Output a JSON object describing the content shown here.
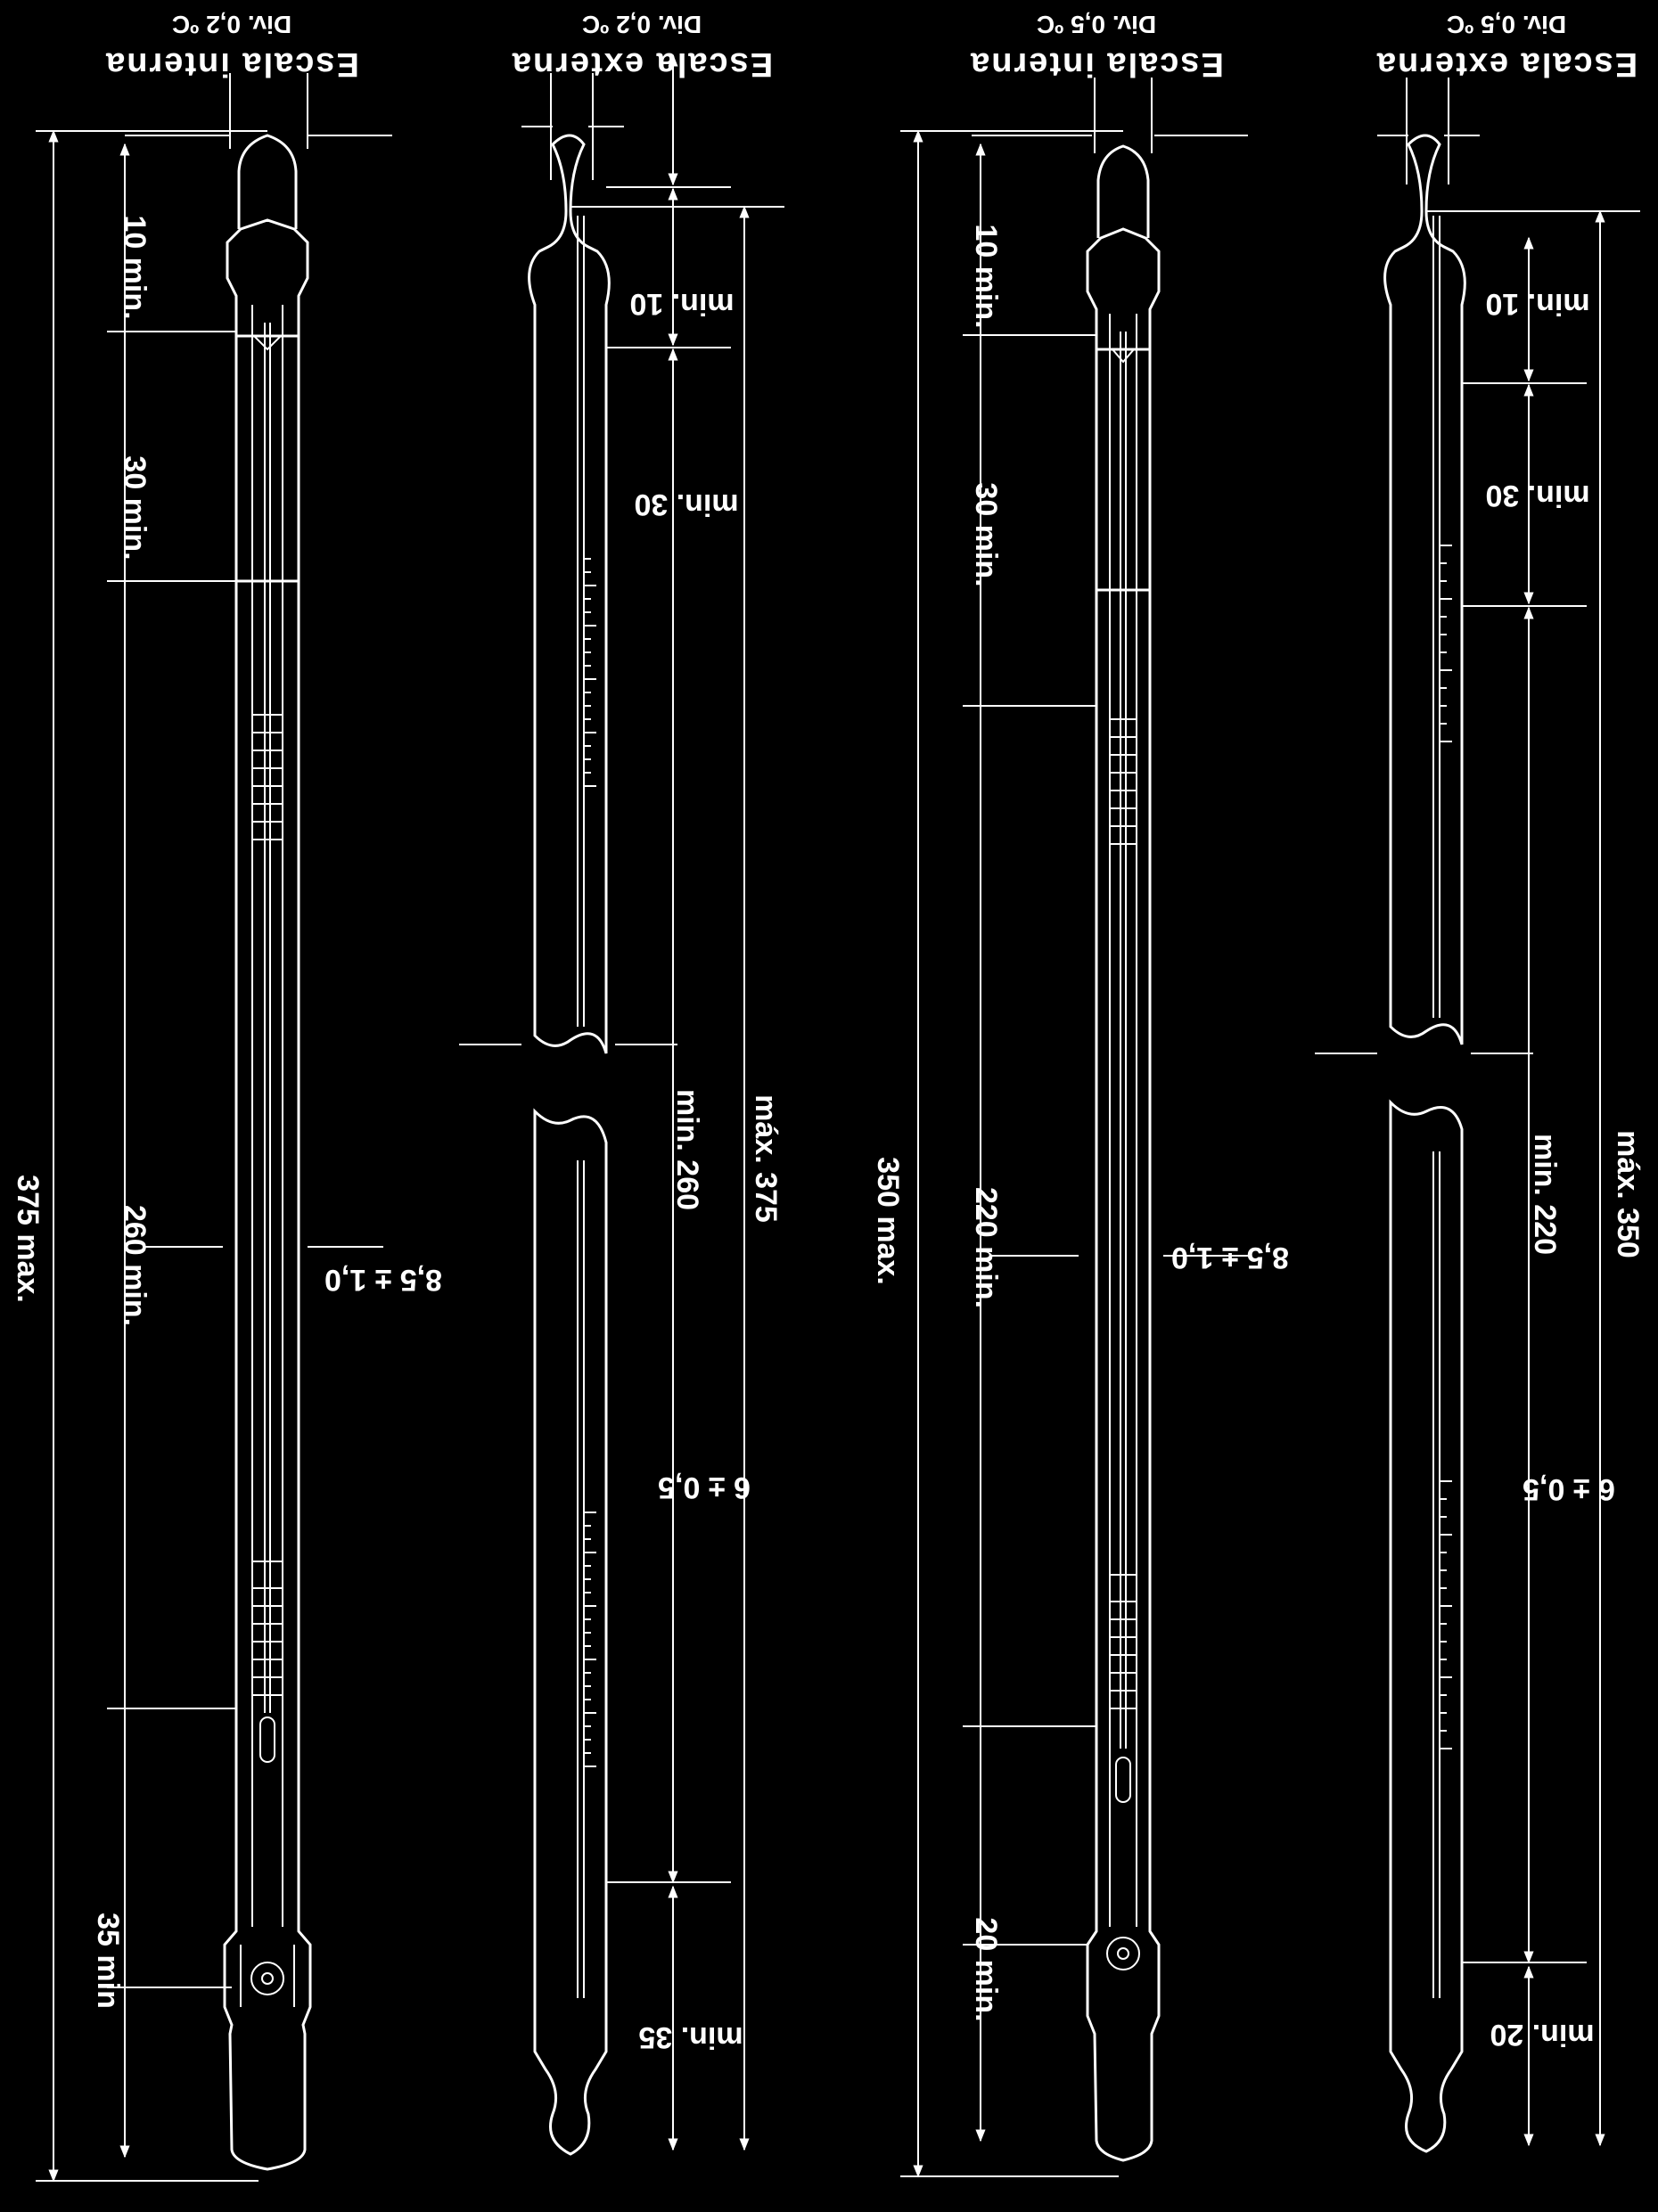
{
  "thermometers": [
    {
      "id": "t1",
      "title": "Escala interna",
      "division": "Div. 0,2 ºC",
      "dims": {
        "top": "10 min.",
        "upper": "30 min.",
        "middle": "260 min.",
        "bottom": "35 min",
        "overall": "375 max.",
        "diameter": "8,5 ± 1,0"
      }
    },
    {
      "id": "t2",
      "title": "Escala externa",
      "division": "Div. 0,2 ºC",
      "dims": {
        "top": "min. 10",
        "upper": "min. 30",
        "middle": "min. 260",
        "bottom": "min. 35",
        "overall": "máx. 375",
        "diameter": "6 ± 0,5"
      }
    },
    {
      "id": "t3",
      "title": "Escala interna",
      "division": "Div. 0,5 ºC",
      "dims": {
        "top": "10 min.",
        "upper": "30 min.",
        "middle": "220 min.",
        "bottom": "20 min.",
        "overall": "350 max.",
        "diameter": "8,5 ± 1,0"
      }
    },
    {
      "id": "t4",
      "title": "Escala externa",
      "division": "Div. 0,5 ºC",
      "dims": {
        "top": "min. 10",
        "upper": "min. 30",
        "middle": "min. 220",
        "bottom": "min. 20",
        "overall": "máx. 350",
        "diameter": "6 ± 0,5"
      }
    }
  ]
}
